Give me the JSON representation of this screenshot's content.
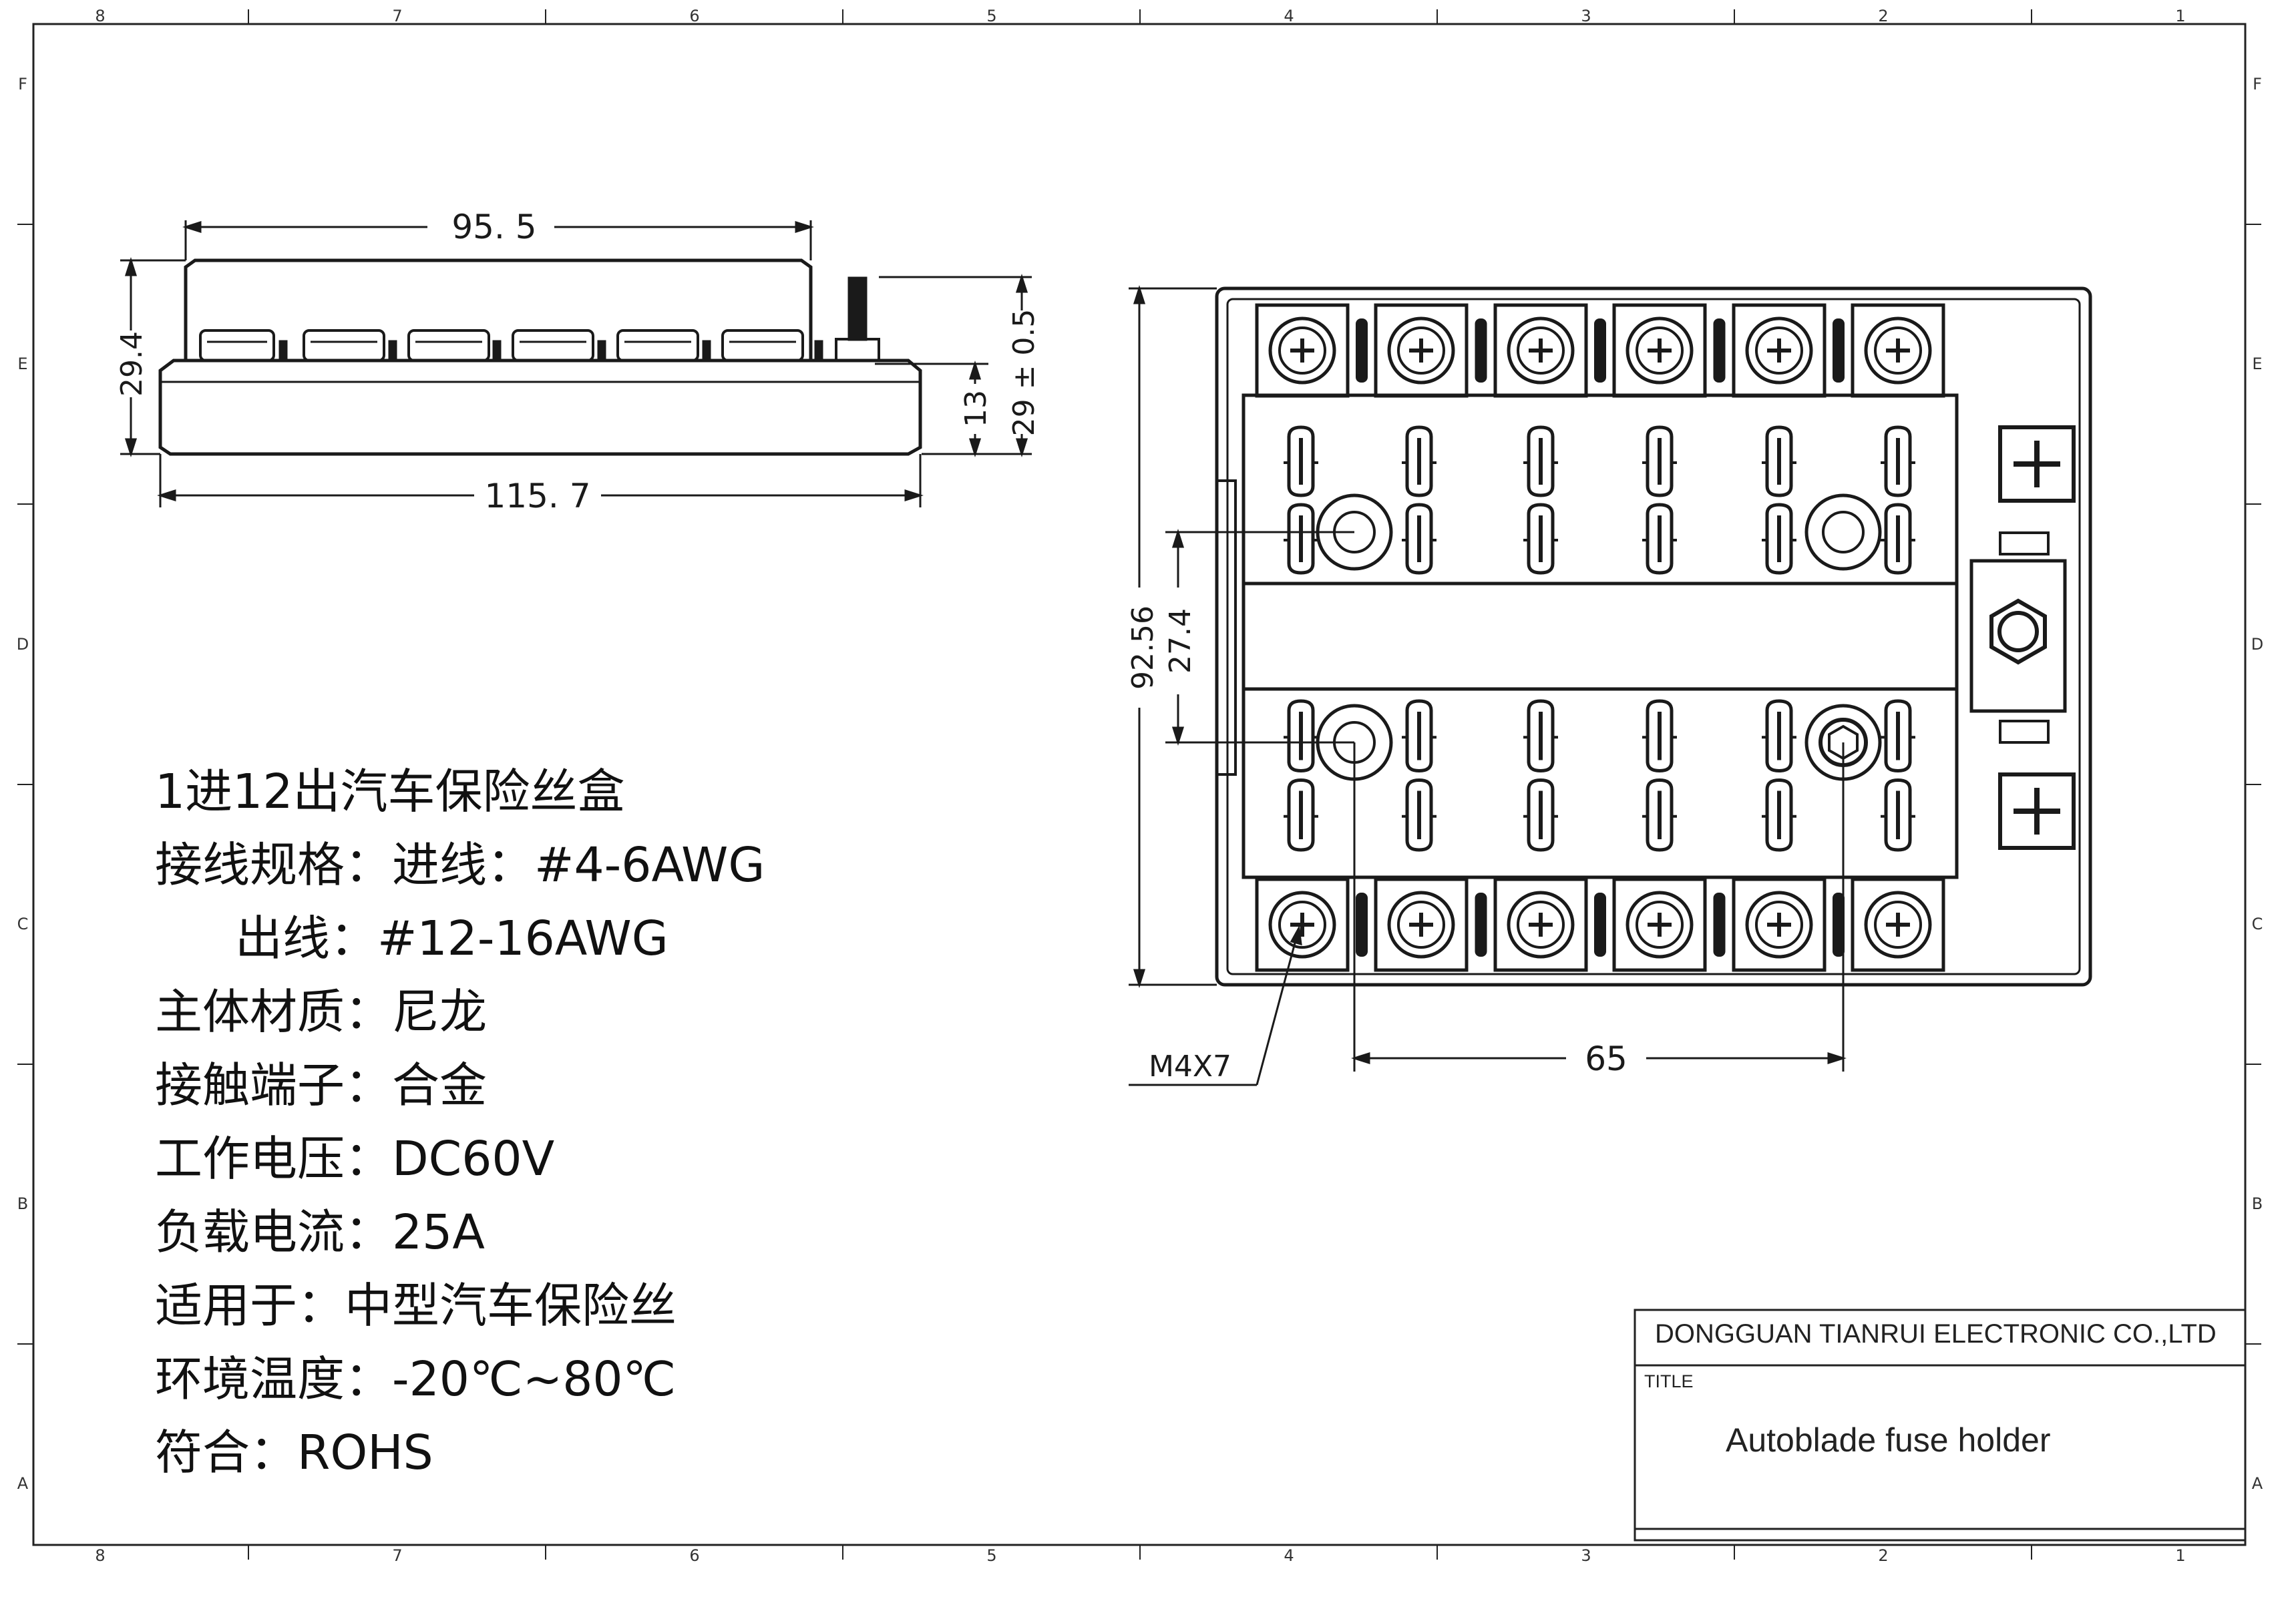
{
  "border": {
    "column_labels": [
      "8",
      "7",
      "6",
      "5",
      "4",
      "3",
      "2",
      "1"
    ],
    "row_labels": [
      "F",
      "E",
      "D",
      "C",
      "B",
      "A"
    ]
  },
  "side_view": {
    "dim_top": "95. 5",
    "dim_bottom": "115. 7",
    "dim_left": "29.4",
    "dim_right_13": "13",
    "dim_right_total": "29 ± 0.5"
  },
  "top_view": {
    "dim_height": "92.56",
    "dim_stud_spacing": "27.4",
    "dim_width": "65",
    "screw_label": "M4X7"
  },
  "specs": {
    "line1": "1进12出汽车保险丝盒",
    "line2": "接线规格：进线：#4-6AWG",
    "line3": "出线：#12-16AWG",
    "line4": "主体材质：尼龙",
    "line5": "接触端子：合金",
    "line6": "工作电压：DC60V",
    "line7": "负载电流：25A",
    "line8": "适用于：中型汽车保险丝",
    "line9": "环境温度：-20℃~80℃",
    "line10": "符合：ROHS"
  },
  "title_block": {
    "company": "DONGGUAN TIANRUI ELECTRONIC CO.,LTD",
    "title_label": "TITLE",
    "title": "Autoblade fuse holder"
  }
}
